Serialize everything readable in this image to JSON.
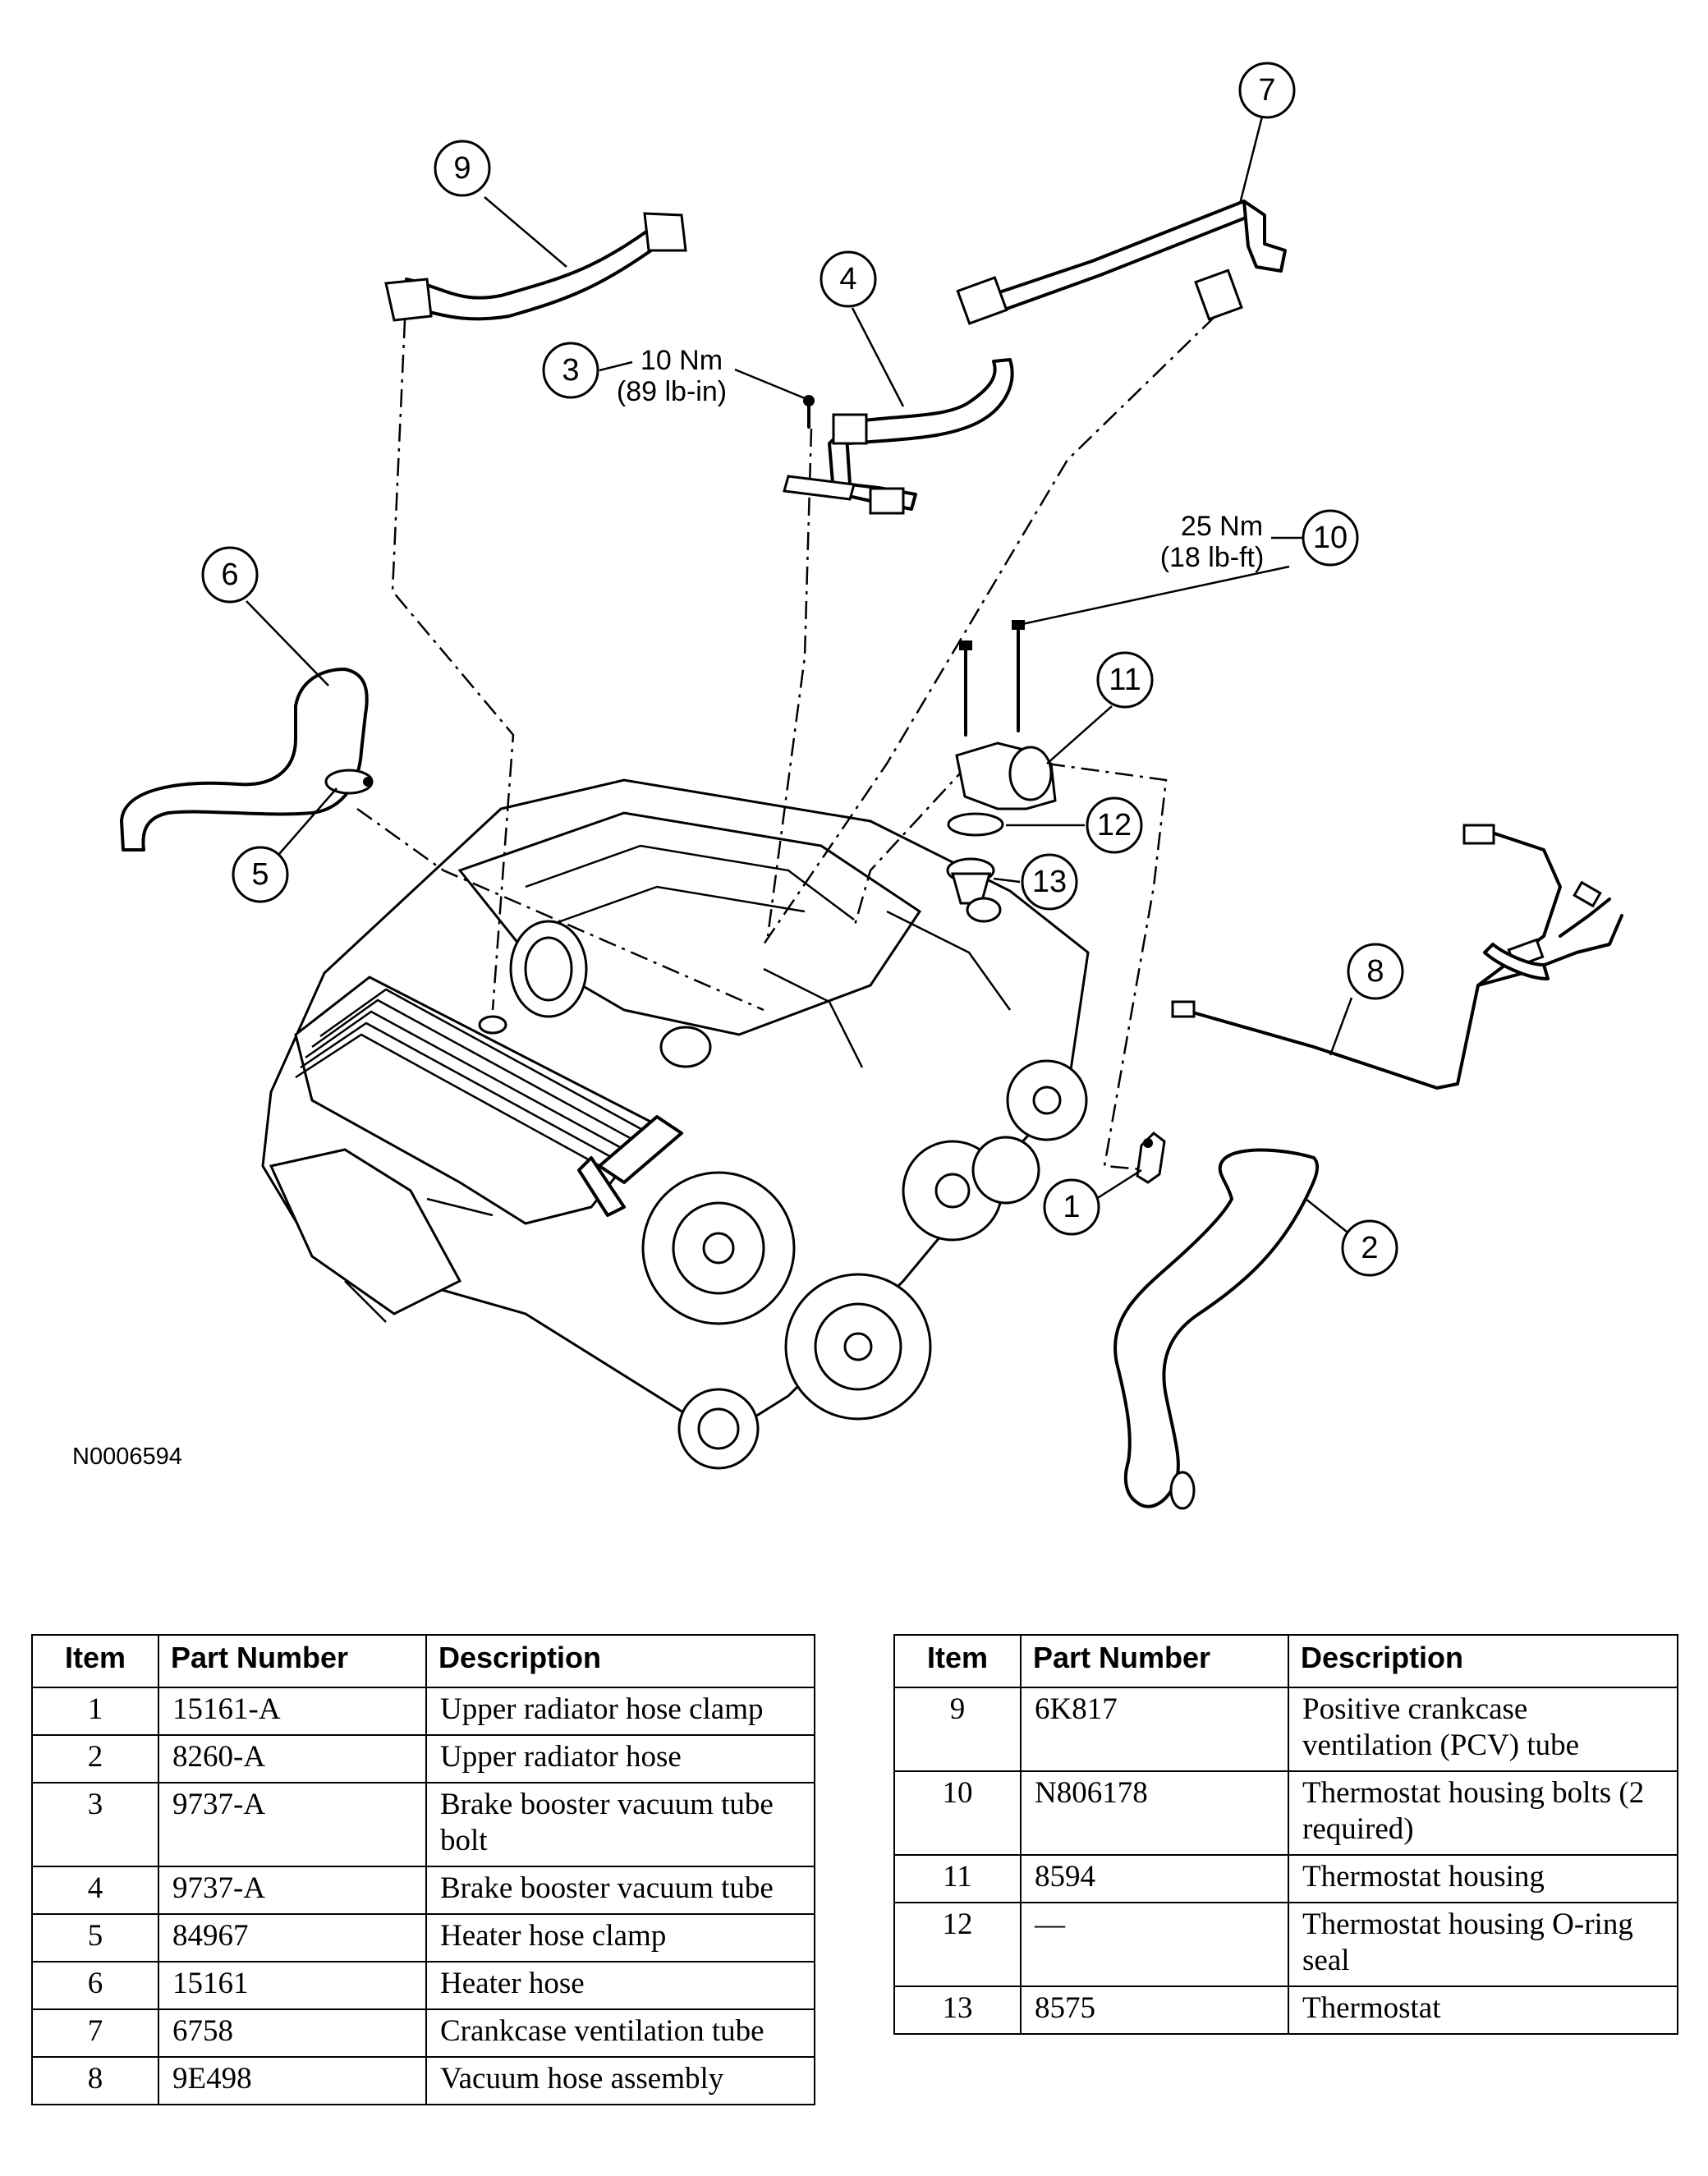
{
  "figure_id": "N0006594",
  "callouts": [
    {
      "num": "1"
    },
    {
      "num": "2"
    },
    {
      "num": "3"
    },
    {
      "num": "4"
    },
    {
      "num": "5"
    },
    {
      "num": "6"
    },
    {
      "num": "7"
    },
    {
      "num": "8"
    },
    {
      "num": "9"
    },
    {
      "num": "10"
    },
    {
      "num": "11"
    },
    {
      "num": "12"
    },
    {
      "num": "13"
    }
  ],
  "torque": {
    "item3": {
      "metric": "10 Nm",
      "imperial": "(89 lb-in)"
    },
    "item10": {
      "metric": "25 Nm",
      "imperial": "(18 lb-ft)"
    }
  },
  "headers": {
    "item": "Item",
    "part_number": "Part Number",
    "description": "Description"
  },
  "table_left": [
    {
      "item": "1",
      "part_number": "15161-A",
      "description": "Upper radiator hose clamp"
    },
    {
      "item": "2",
      "part_number": "8260-A",
      "description": "Upper radiator hose"
    },
    {
      "item": "3",
      "part_number": "9737-A",
      "description": "Brake booster vacuum tube bolt"
    },
    {
      "item": "4",
      "part_number": "9737-A",
      "description": "Brake booster vacuum tube"
    },
    {
      "item": "5",
      "part_number": "84967",
      "description": "Heater hose clamp"
    },
    {
      "item": "6",
      "part_number": "15161",
      "description": "Heater hose"
    },
    {
      "item": "7",
      "part_number": "6758",
      "description": "Crankcase ventilation tube"
    },
    {
      "item": "8",
      "part_number": "9E498",
      "description": "Vacuum hose assembly"
    }
  ],
  "table_right": [
    {
      "item": "9",
      "part_number": "6K817",
      "description": "Positive crankcase ventilation (PCV) tube"
    },
    {
      "item": "10",
      "part_number": "N806178",
      "description": "Thermostat housing bolts (2 required)"
    },
    {
      "item": "11",
      "part_number": "8594",
      "description": "Thermostat housing"
    },
    {
      "item": "12",
      "part_number": "—",
      "description": "Thermostat housing O-ring seal"
    },
    {
      "item": "13",
      "part_number": "8575",
      "description": "Thermostat"
    }
  ]
}
